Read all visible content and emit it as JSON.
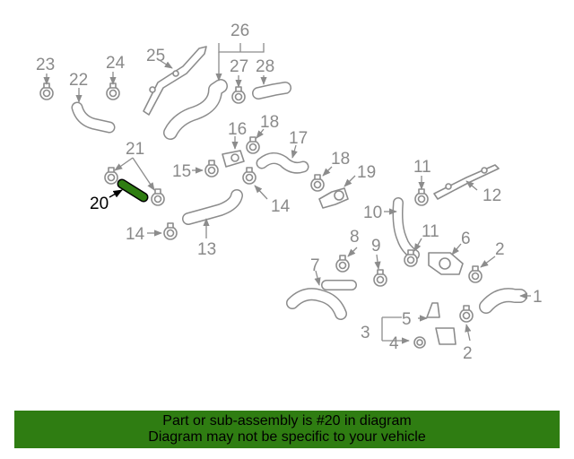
{
  "diagram": {
    "highlight_color": "#2f7d12",
    "callouts": {
      "c1": "1",
      "c2a": "2",
      "c2b": "2",
      "c3": "3",
      "c4": "4",
      "c5": "5",
      "c6": "6",
      "c7": "7",
      "c8": "8",
      "c9": "9",
      "c10": "10",
      "c11a": "11",
      "c11b": "11",
      "c12": "12",
      "c13": "13",
      "c14a": "14",
      "c14b": "14",
      "c15": "15",
      "c16": "16",
      "c17": "17",
      "c18a": "18",
      "c18b": "18",
      "c19": "19",
      "c20": "20",
      "c21": "21",
      "c22": "22",
      "c23": "23",
      "c24": "24",
      "c25": "25",
      "c26": "26",
      "c27": "27",
      "c28": "28"
    }
  },
  "banner": {
    "line1": "Part or sub-assembly is #20 in diagram",
    "line2": "Diagram may not be specific to your vehicle",
    "background": "#2f7d12"
  }
}
